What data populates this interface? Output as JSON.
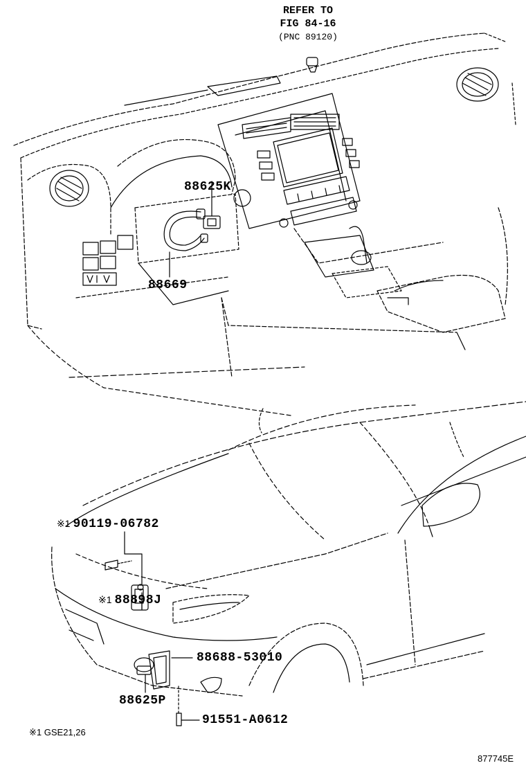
{
  "refer": {
    "line1": "REFER TO",
    "line2": "FIG 84-16",
    "line3": "(PNC 89120)"
  },
  "parts": {
    "p88625K": "88625K",
    "p88669": "88669",
    "p90119": "90119-06782",
    "p88898J": "88898J",
    "p88688": "88688-53010",
    "p88625P": "88625P",
    "p91551": "91551-A0612"
  },
  "marks": {
    "star1": "※1",
    "star2": "※1"
  },
  "footnote": {
    "mark": "※1",
    "text": "GSE21,26"
  },
  "illustration_number": "877745E"
}
